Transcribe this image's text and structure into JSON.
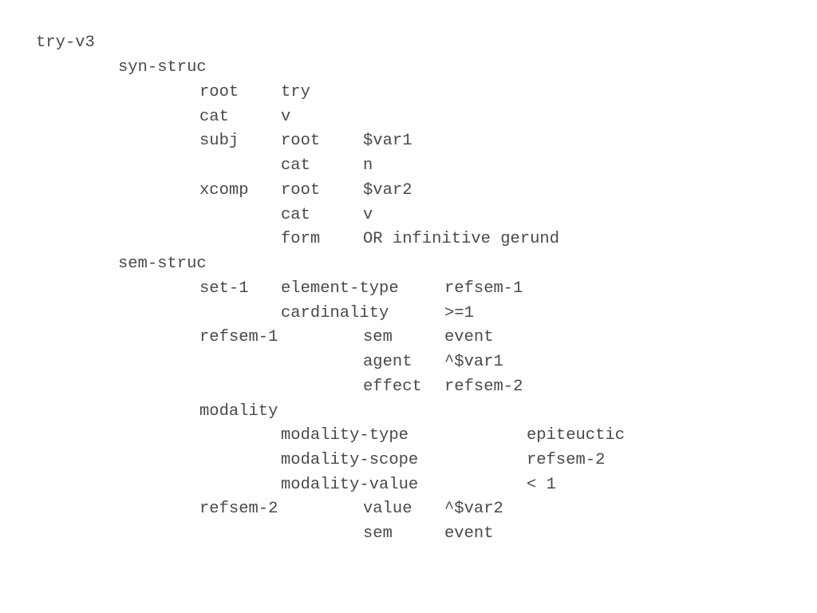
{
  "lines": [
    [
      "try-v3"
    ],
    [
      "syn-struc"
    ],
    [
      "root",
      "try"
    ],
    [
      "cat",
      "v"
    ],
    [
      "subj",
      "root",
      "$var1"
    ],
    [
      "cat",
      "n"
    ],
    [
      "xcomp",
      "root",
      "$var2"
    ],
    [
      "cat",
      "v"
    ],
    [
      "form",
      "OR infinitive gerund"
    ],
    [
      "sem-struc"
    ],
    [
      "set-1",
      "element-type",
      "refsem-1"
    ],
    [
      "cardinality",
      ">=1"
    ],
    [
      "refsem-1",
      "sem",
      "event"
    ],
    [
      "agent",
      "^$var1"
    ],
    [
      "effect",
      "refsem-2"
    ],
    [
      "modality"
    ],
    [
      "modality-type",
      "epiteuctic"
    ],
    [
      "modality-scope",
      "refsem-2"
    ],
    [
      "modality-value",
      "< 1"
    ],
    [
      "refsem-2",
      "value",
      "^$var2"
    ],
    [
      "sem",
      "event"
    ]
  ]
}
